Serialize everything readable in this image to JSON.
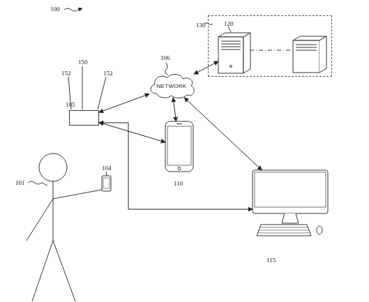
{
  "diagram": {
    "nodes": [
      {
        "text": [
          "105"
        ]
      },
      {
        "text": [
          "106",
          "NETWORK"
        ]
      },
      {
        "text": [
          "110"
        ]
      },
      {
        "text": [
          "130"
        ]
      },
      {
        "text": [
          "120"
        ],
        "in": 3
      },
      {
        "text": [
          "115"
        ]
      }
    ],
    "edges": [
      {
        "from": 0,
        "to": 1,
        "arrow": "both"
      },
      {
        "from": 0,
        "to": 2,
        "arrow": "both"
      },
      {
        "from": 2,
        "to": 1,
        "arrow": "both"
      },
      {
        "from": 1,
        "to": 4,
        "arrow": "both"
      },
      {
        "from": 1,
        "to": 5,
        "arrow": "both"
      },
      {
        "from": 0,
        "to": 5,
        "arrow": "both"
      }
    ],
    "labels": [
      "100",
      "150",
      "152",
      "152",
      "101",
      "104"
    ]
  }
}
